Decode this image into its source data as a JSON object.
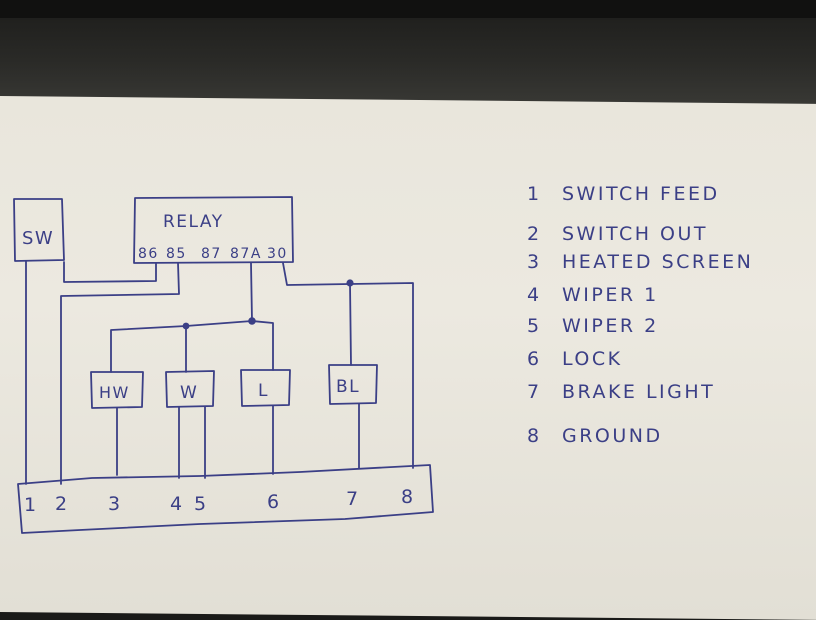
{
  "components": {
    "switch": "SW",
    "relay": {
      "title": "RELAY",
      "pins": [
        "86",
        "85",
        "87",
        "87A",
        "30"
      ]
    },
    "loads": [
      "HW",
      "W",
      "L",
      "BL"
    ]
  },
  "connector": {
    "pins": [
      "1",
      "2",
      "3",
      "4",
      "5",
      "6",
      "7",
      "8"
    ]
  },
  "legend": [
    {
      "num": "1",
      "label": "SWITCH FEED"
    },
    {
      "num": "2",
      "label": "SWITCH OUT"
    },
    {
      "num": "3",
      "label": "HEATED SCREEN"
    },
    {
      "num": "4",
      "label": "WIPER 1"
    },
    {
      "num": "5",
      "label": "WIPER 2"
    },
    {
      "num": "6",
      "label": "LOCK"
    },
    {
      "num": "7",
      "label": "BRAKE LIGHT"
    },
    {
      "num": "8",
      "label": "GROUND"
    }
  ],
  "colors": {
    "ink": "#3b3f86",
    "paper": "#ece9e0",
    "desk": "#1c1c1a"
  }
}
